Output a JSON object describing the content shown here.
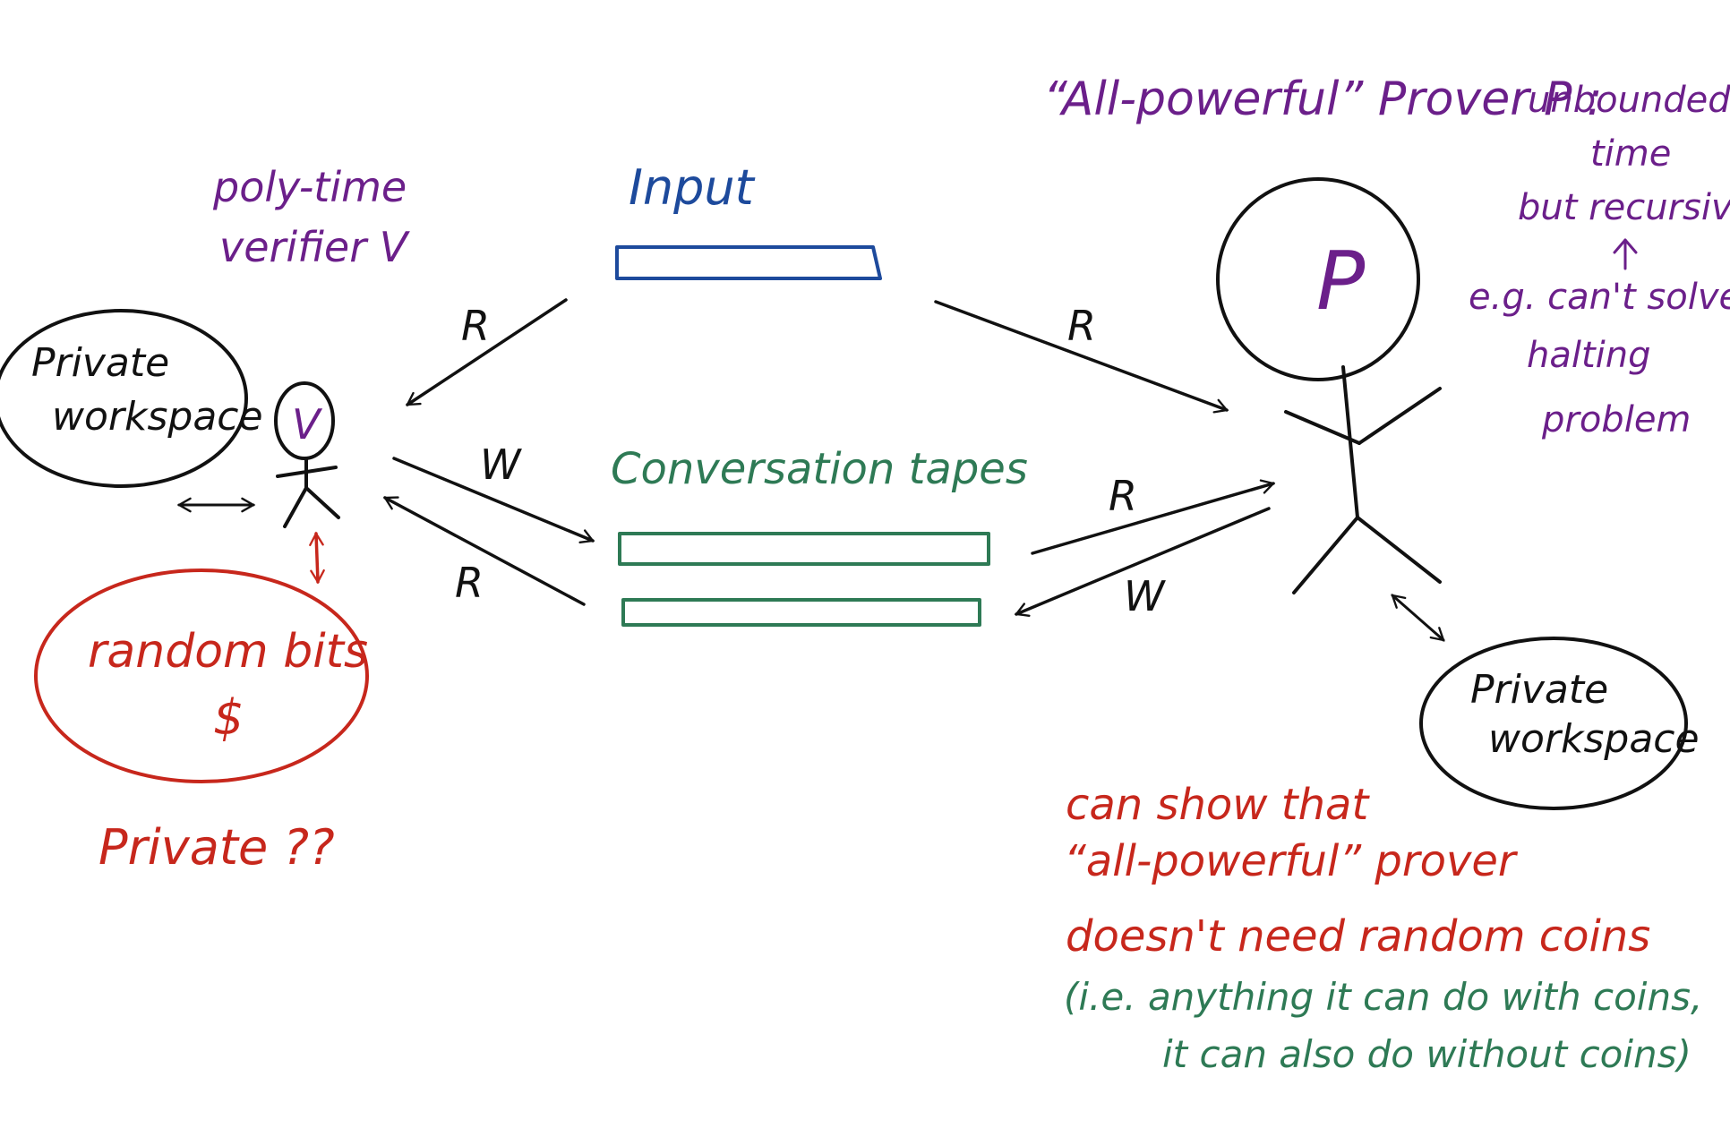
{
  "colors": {
    "black": "#111111",
    "purple": "#6b1f8a",
    "blue": "#1d4a9c",
    "green": "#2e7a55",
    "red": "#c7271c",
    "white": "#ffffff"
  },
  "icons": {
    "verifier": "stick-figure-icon",
    "prover": "stick-figure-icon"
  },
  "title": {
    "prover": "“All-powerful” Prover P :",
    "verifier_line1": "poly-time",
    "verifier_line2": "verifier V"
  },
  "tapes": {
    "input_label": "Input",
    "conversation_label": "Conversation tapes"
  },
  "verifier": {
    "symbol": "V",
    "workspace_line1": "Private",
    "workspace_line2": "workspace",
    "random_line1": "random bits",
    "random_line2": "$",
    "private_question": "Private ??"
  },
  "prover": {
    "symbol": "P",
    "workspace_line1": "Private",
    "workspace_line2": "workspace"
  },
  "arrows": {
    "input_to_verifier": "R",
    "verifier_to_tape": "W",
    "tape_to_verifier": "R",
    "input_to_prover": "R",
    "tape_to_prover": "R",
    "prover_to_tape": "W"
  },
  "notes": {
    "unbounded_1": "unbounded",
    "unbounded_2": "time",
    "unbounded_3": "but recursive",
    "unbounded_4": "e.g. can't solve",
    "unbounded_5": "halting",
    "unbounded_6": "problem",
    "red_1": "can show that",
    "red_2": "“all-powerful” prover",
    "red_3": "doesn't need random coins",
    "green_1": "(i.e. anything it can do with coins,",
    "green_2": "it can also do without coins)"
  }
}
